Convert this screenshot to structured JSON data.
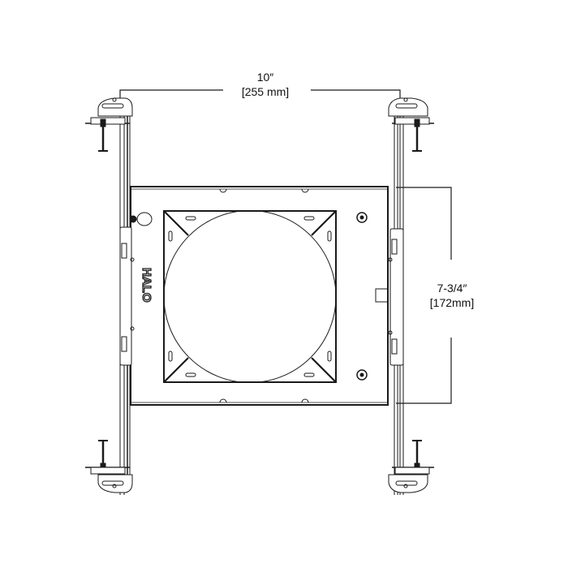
{
  "diagram": {
    "type": "technical-drawing",
    "subject": "recessed light new-construction mounting frame with hanger bars (top view)",
    "brand_mark": "HALO",
    "dimensions": {
      "width": {
        "imperial": "10″",
        "metric": "[255 mm]"
      },
      "height": {
        "imperial": "7-3/4″",
        "metric": "[172mm]"
      }
    },
    "colors": {
      "line": "#1a1a1a",
      "background": "#ffffff"
    }
  }
}
